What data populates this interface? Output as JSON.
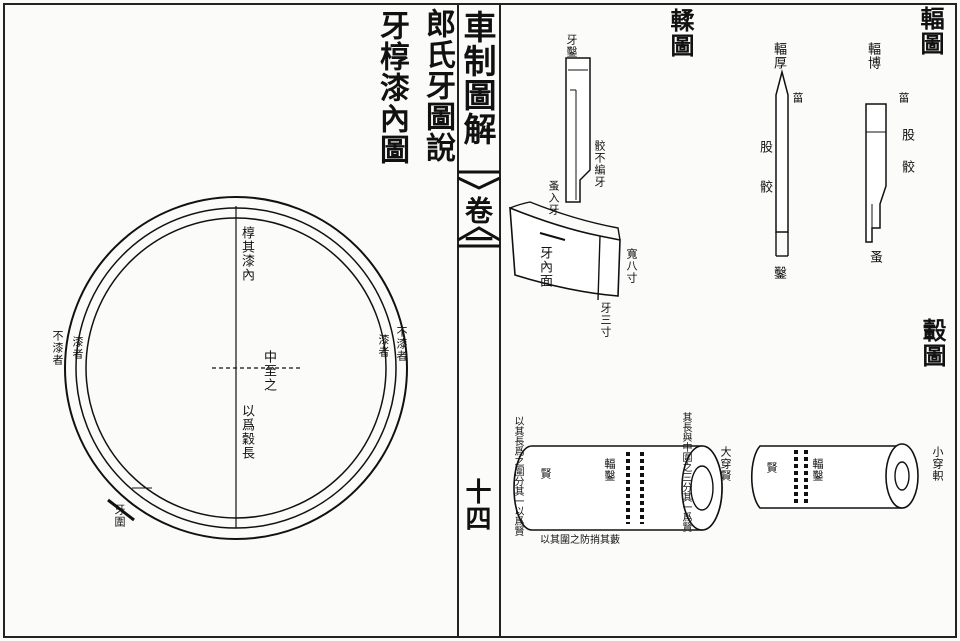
{
  "book": {
    "title": "車制圖解",
    "volume": "卷一",
    "page": "十四"
  },
  "left_page": {
    "title_line1": "郎氏牙圖說",
    "title_line2": "牙椁漆內圖",
    "circle_labels": {
      "upper": "椁其漆內",
      "center": "中至之",
      "lower": "以爲穀長",
      "left_outer": "不漆者",
      "left_inner": "漆者",
      "right_outer": "不漆者",
      "right_inner": "漆者",
      "bottom_left": "牙圍"
    }
  },
  "right_page": {
    "top_title": "輻圖",
    "spoke_diagram_title": "輮圖",
    "spoke_left_labels": [
      "輻厚",
      "股",
      "骹",
      "鑿"
    ],
    "spoke_left_top": "菑",
    "spoke_right_labels": [
      "輻博",
      "股",
      "骹",
      "蚤"
    ],
    "spoke_right_top": "菑",
    "felloe_labels": {
      "top": "牙鑿",
      "side_a": "骹不編牙",
      "side_b": "蚤入牙",
      "block_face": "牙內面",
      "dim": "寬八寸",
      "bottom": "牙三寸"
    },
    "hub_title": "轂圖",
    "hub_labels": {
      "left_top": "其長與中圍之三分其一爲賢",
      "left_side": "以其長爲之圍分其一以爲賢",
      "left_bottom": "以其圍之防捎其藪",
      "big_end": "大穿賢",
      "small_end": "小穿軹",
      "hub_mid_left": "賢",
      "hub_mid_right": "賢",
      "ring_a": "輻鑿",
      "ring_b": "輻鑿"
    }
  }
}
